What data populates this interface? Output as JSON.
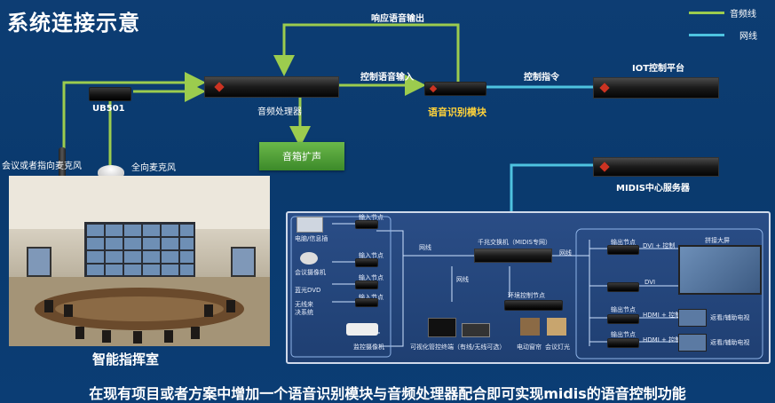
{
  "title": "系统连接示意",
  "legend": {
    "audio_label": "音频线",
    "network_label": "网线",
    "audio_color": "#9ccc4e",
    "network_color": "#4ec3e0"
  },
  "labels": {
    "response_audio_out": "响应语音输出",
    "control_audio_in": "控制语音输入",
    "control_command": "控制指令",
    "ub501": "UB501",
    "audio_processor": "音频处理器",
    "speech_module": "语音识别模块",
    "iot_platform": "IOT控制平台",
    "midis_server": "MIDIS中心服务器",
    "meeting_mic": "会议或者指向麦克风",
    "omni_mic": "全向麦克风",
    "speaker_amp": "音箱扩声",
    "room_name": "智能指挥室"
  },
  "inset": {
    "sources": [
      "电脑/信息插",
      "会议摄像机",
      "蓝光DVD",
      "无线来",
      "决系统",
      "监控摄像机"
    ],
    "input_node": "输入节点",
    "network": "网线",
    "switch": "千兆交换机（MIDIS专网）",
    "env_node": "环境控制节点",
    "output_node": "输出节点",
    "dvi_ctrl": "DVI + 控制",
    "dvi": "DVI",
    "hdmi_ctrl": "HDMI + 控制",
    "splice_screen": "拼接大屏",
    "tv": "返看/辅助电视",
    "terminal": "可视化管控终端（有线/无线可选）",
    "curtain": "电动窗帘",
    "light": "会议灯光"
  },
  "footer": "在现有项目或者方案中增加一个语音识别模块与音频处理器配合即可实现midis的语音控制功能"
}
